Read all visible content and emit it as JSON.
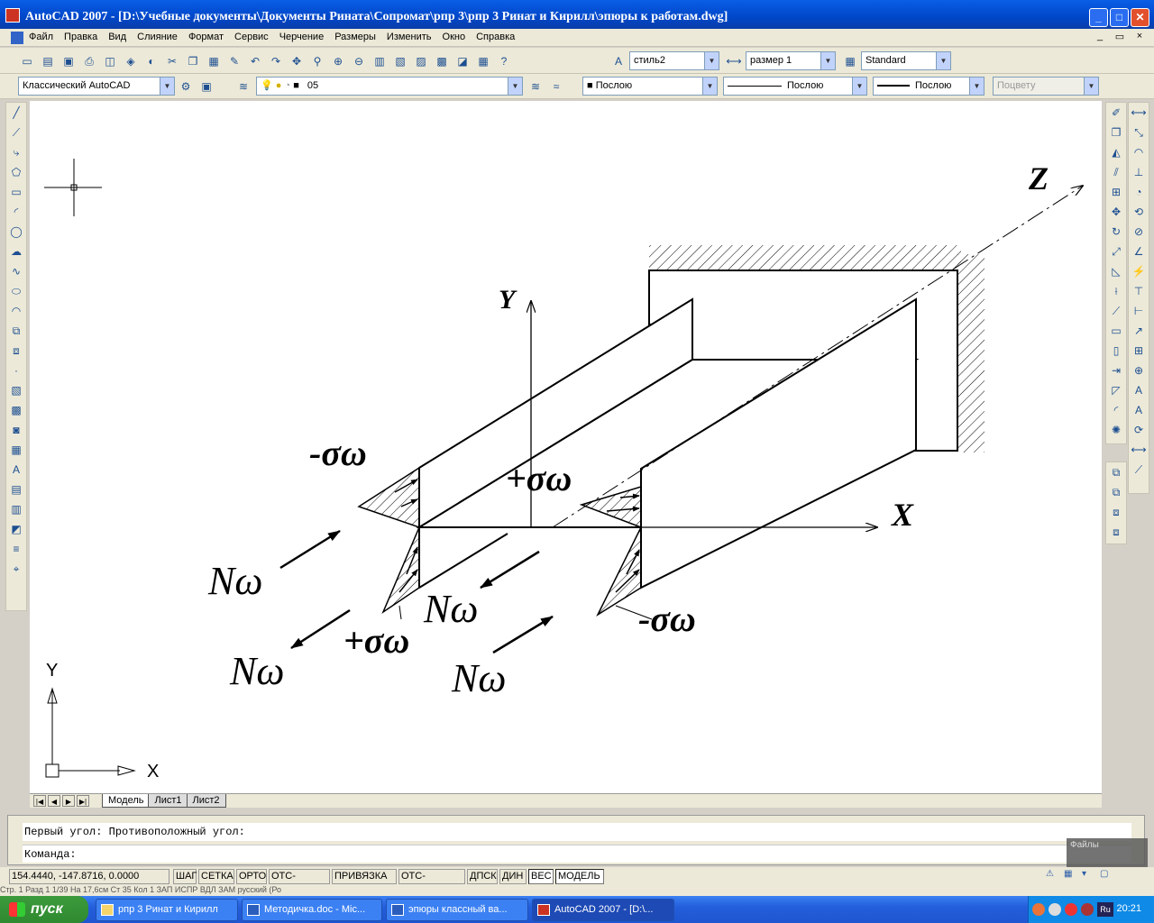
{
  "window": {
    "title": "AutoCAD 2007 - [D:\\Учебные документы\\Документы Рината\\Сопромат\\рпр 3\\рпр 3  Ринат и Кирилл\\эпюры к работам.dwg]",
    "minimize": "_",
    "maximize": "□",
    "close": "✕"
  },
  "menu": {
    "items": [
      "Файл",
      "Правка",
      "Вид",
      "Слияние",
      "Формат",
      "Сервис",
      "Черчение",
      "Размеры",
      "Изменить",
      "Окно",
      "Справка"
    ],
    "mdi_min": "_",
    "mdi_restore": "▭",
    "mdi_close": "×"
  },
  "toolbar": {
    "text_style": "стиль2",
    "dim_style": "размер 1",
    "table_style": "Standard",
    "workspace": "Классический AutoCAD",
    "layer": "05",
    "color": "Послою",
    "linetype": "Послою",
    "lineweight": "Послою",
    "plot_style": "Поцвету"
  },
  "drawing": {
    "labels": {
      "z": "Z",
      "y": "Y",
      "x": "X",
      "sigma_minus_top": "-σω",
      "sigma_plus_mid": "+σω",
      "sigma_plus_bottom": "+σω",
      "sigma_minus_right": "-σω",
      "n_omega_left": "Nω",
      "n_omega_center": "Nω",
      "n_omega_bottom_left": "Nω",
      "n_omega_bottom_right": "Nω"
    },
    "ucs": {
      "x": "X",
      "y": "Y"
    }
  },
  "layout_tabs": [
    "Модель",
    "Лист1",
    "Лист2"
  ],
  "command": {
    "history": "Первый угол: Противоположный угол:",
    "prompt": "Команда:",
    "files_tip": "Файлы"
  },
  "status": {
    "coords": "154.4440, -147.8716, 0.0000",
    "buttons": [
      "ШАГ",
      "СЕТКА",
      "ОРТО",
      "ОТС-ПОЛЯР",
      "ПРИВЯЗКА",
      "ОТС-ОБЪЕКТ",
      "ДПСК",
      "ДИН",
      "ВЕС",
      "МОДЕЛЬ"
    ],
    "active": [
      "ВЕС",
      "МОДЕЛЬ"
    ],
    "sub": "Стр. 1     Разд 1     1/39     На 17,6см   Ст 35   Кол 1     ЗАП  ИСПР  ВДЛ  ЗАМ   русский (Ро"
  },
  "taskbar": {
    "start": "пуск",
    "tasks": [
      "рпр 3  Ринат и Кирилл",
      "Методичка.doc - Mic...",
      "эпюры классный ва...",
      "AutoCAD 2007 - [D:\\..."
    ],
    "lang": "Ru",
    "clock": "20:21"
  }
}
